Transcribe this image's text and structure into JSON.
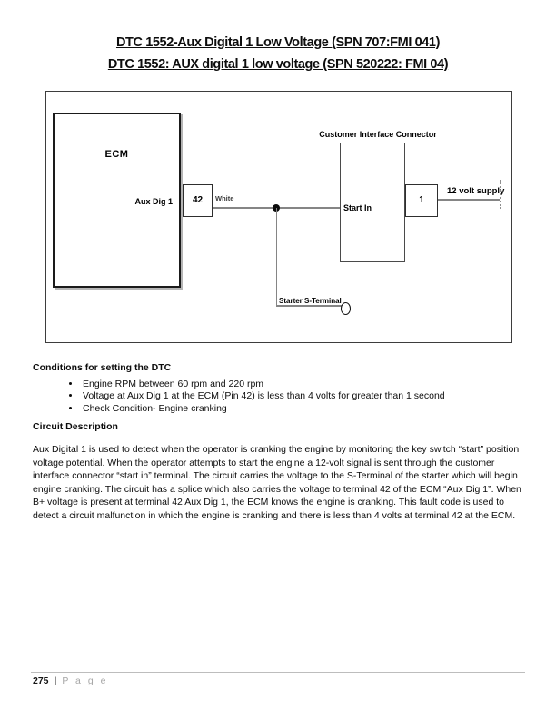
{
  "titles": {
    "line1": "DTC 1552-Aux Digital 1 Low Voltage (SPN 707:FMI 041)",
    "line2": "DTC 1552: AUX digital 1 low voltage (SPN 520222: FMI 04)"
  },
  "diagram": {
    "ecm_label": "ECM",
    "aux_dig_label": "Aux Dig 1",
    "pin_42": "42",
    "wire_color_label": "White",
    "connector_title": "Customer Interface Connector",
    "start_in_label": "Start In",
    "pin_1": "1",
    "supply_label": "12 volt supply",
    "starter_label": "Starter S-Terminal"
  },
  "conditions": {
    "heading": "Conditions for setting the DTC",
    "items": [
      "Engine RPM between 60 rpm and 220 rpm",
      "Voltage at Aux Dig 1 at the ECM (Pin 42) is less than 4 volts for greater than 1 second",
      "Check Condition- Engine cranking"
    ]
  },
  "circuit": {
    "heading": "Circuit Description",
    "body": "Aux Digital 1 is used to detect when the operator is cranking the engine by monitoring the key switch “start” position voltage potential. When the operator attempts to start the engine a 12-volt signal is sent through the customer interface connector “start in” terminal. The circuit carries the voltage to the S-Terminal of the starter which will begin engine cranking. The circuit has a splice which also carries the voltage to terminal 42 of the ECM “Aux Dig 1”. When B+ voltage is present at terminal 42 Aux Dig 1, the ECM knows the engine is cranking. This fault code is used to detect a circuit malfunction in which the engine is cranking and there is less than 4 volts at terminal 42 at the ECM."
  },
  "footer": {
    "page_number": "275",
    "separator": "|",
    "page_word": "P a g e"
  },
  "colors": {
    "wire": "#858585",
    "text": "#0d0d0d",
    "footer_gray": "#a6a6a6"
  }
}
